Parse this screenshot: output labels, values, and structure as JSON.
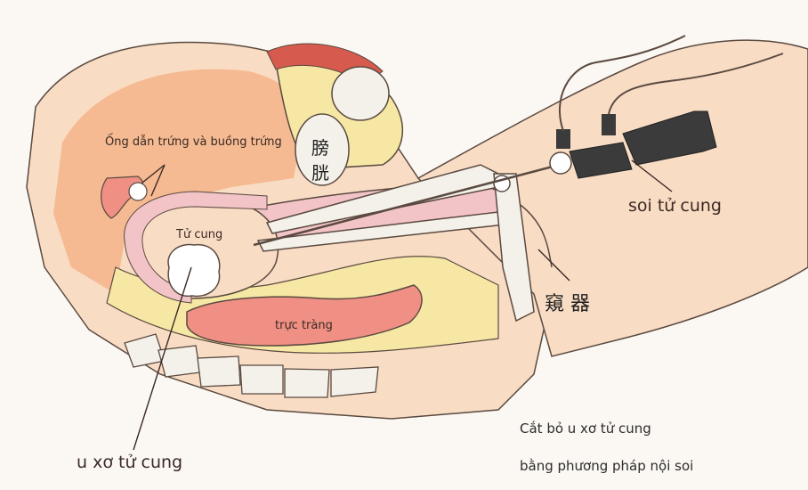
{
  "labels": {
    "tubes_ovaries": "Ống dẫn trứng và buồng trứng",
    "uterus": "Tử cung",
    "rectum": "trực tràng",
    "hysteroscope": "soi tử cung",
    "fibroid": "u xơ tử cung",
    "speculum_cjk": "窺 器",
    "bladder_cjk_1": "膀",
    "bladder_cjk_2": "胱"
  },
  "caption": {
    "line1": "Cắt bỏ u xơ tử cung",
    "line2": "bằng phương pháp nội soi"
  },
  "colors": {
    "skin": "#f9dcc4",
    "tissue_orange": "#f4b48a",
    "fat_yellow": "#f6e8a4",
    "uterus_pink": "#f3c4c7",
    "rectum_red": "#f08f84",
    "bladder_red": "#d65a4e",
    "vertebra": "#f4f1ea",
    "scope_dark": "#3b3b3b",
    "outline": "#5a4a40"
  }
}
